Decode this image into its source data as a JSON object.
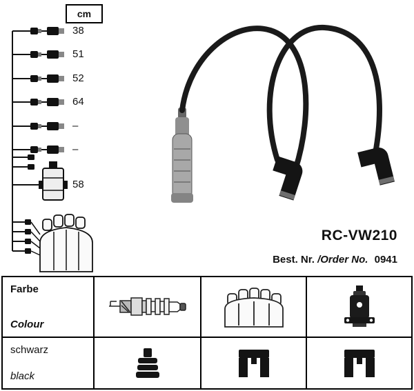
{
  "schematic": {
    "unit_label": "cm",
    "lengths": [
      "38",
      "51",
      "52",
      "64",
      "–",
      "–"
    ],
    "coil_length": "58"
  },
  "product": {
    "part_number": "RC-VW210",
    "order_label_de": "Best. Nr.",
    "order_label_en": "/Order No.",
    "order_number": "0941"
  },
  "table": {
    "row1": {
      "de": "Farbe",
      "en": "Colour"
    },
    "row2": {
      "de": "schwarz",
      "en": "black"
    }
  },
  "icons": {
    "row1": [
      "spark-plug-icon",
      "distributor-cap-icon",
      "ignition-coil-icon"
    ],
    "row2": [
      "straight-plug-boot-icon",
      "angled-plug-boot-icon",
      "angled-plug-boot-icon"
    ]
  },
  "colors": {
    "cable_black": "#1a1a1a",
    "boot_gray": "#a8a8a8"
  }
}
